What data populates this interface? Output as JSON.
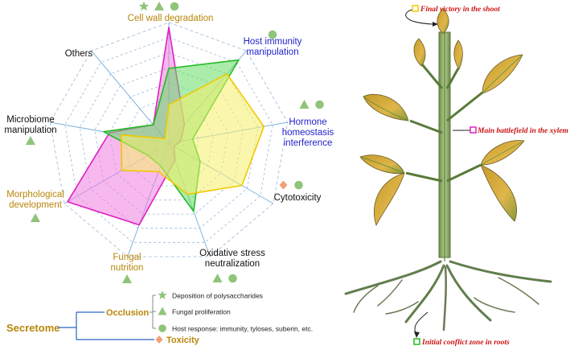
{
  "colors": {
    "brown": "#b8860b",
    "blue": "#2222cc",
    "black": "#111111",
    "green_marker": "#8fc47a",
    "orange_marker": "#f0a07a",
    "pink_line": "#e020c0",
    "pink_fill": "#f07ee0",
    "green_line": "#22bb22",
    "green_fill": "#66dd66",
    "yellow_line": "#f0c800",
    "yellow_fill": "#f6f06a",
    "plant_red": "#cc1111"
  },
  "radar": {
    "axes": [
      {
        "lines": [
          "Cell wall degradation"
        ],
        "color": "brown",
        "markers": [
          "star",
          "triangle",
          "circle"
        ]
      },
      {
        "lines": [
          "Host immunity",
          "manipulation"
        ],
        "color": "blue",
        "markers": [
          "circle"
        ]
      },
      {
        "lines": [
          "Hormone",
          "homeostasis",
          "interference"
        ],
        "color": "blue",
        "markers": [
          "triangle",
          "circle"
        ]
      },
      {
        "lines": [
          "Cytotoxicity"
        ],
        "color": "black",
        "markers": [
          "diamond",
          "circle"
        ]
      },
      {
        "lines": [
          "Oxidative stress",
          "neutralization"
        ],
        "color": "black",
        "markers": [
          "triangle",
          "circle"
        ]
      },
      {
        "lines": [
          "Fungal",
          "nutrition"
        ],
        "color": "brown",
        "markers": [
          "triangle"
        ]
      },
      {
        "lines": [
          "Morphological",
          "development"
        ],
        "color": "brown",
        "markers": [
          "triangle"
        ]
      },
      {
        "lines": [
          "Microbiome",
          "manipulation"
        ],
        "color": "black",
        "markers": [
          "triangle"
        ]
      },
      {
        "lines": [
          "Others"
        ],
        "color": "black",
        "markers": []
      }
    ],
    "rings": 8,
    "series": [
      {
        "id": "pink",
        "values": [
          0.96,
          0.2,
          0.1,
          0.05,
          0.15,
          0.72,
          0.97,
          0.5,
          0.2
        ]
      },
      {
        "id": "green",
        "values": [
          0.62,
          0.9,
          0.2,
          0.3,
          0.6,
          0.2,
          0.2,
          0.55,
          0.2
        ]
      },
      {
        "id": "yellow",
        "values": [
          0.32,
          0.75,
          0.8,
          0.7,
          0.45,
          0.25,
          0.45,
          0.4,
          0.05
        ]
      }
    ]
  },
  "legend": {
    "root": "Secretome",
    "occlusion": "Occlusion",
    "toxicity": "Toxicity",
    "items": [
      {
        "marker": "star",
        "text": "Deposition of polysaccharides"
      },
      {
        "marker": "triangle",
        "text": "Fungal proliferation"
      },
      {
        "marker": "circle",
        "text": "Host response: immunity, tyloses, suberin, etc."
      }
    ]
  },
  "plant": {
    "shoot_label": "Final victory in the shoot",
    "xylem_label": "Main battlefield in the xylem",
    "roots_label": "Initial conflict zone in roots",
    "shoot_box_color": "#f0c800",
    "xylem_box_color": "#e020c0",
    "roots_box_color": "#22bb22"
  }
}
